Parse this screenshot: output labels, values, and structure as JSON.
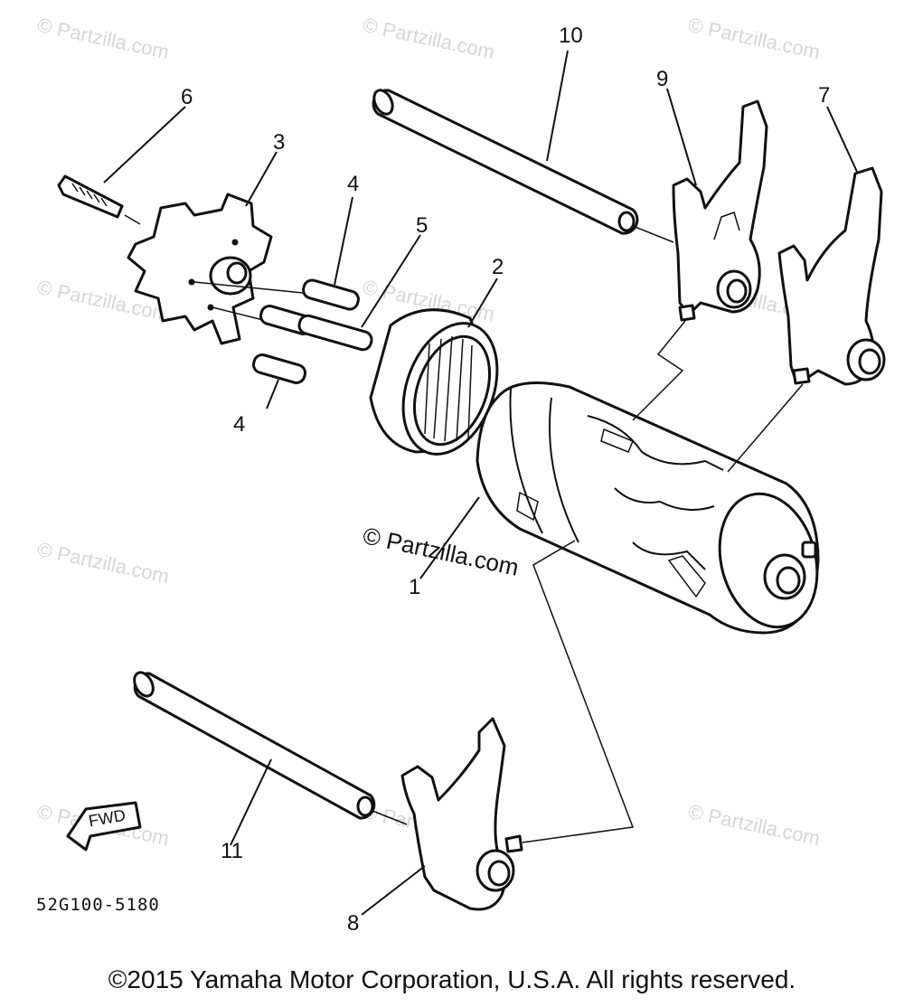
{
  "watermark": "© Partzilla.com",
  "center_watermark": "© Partzilla.com",
  "callouts": {
    "c1": "1",
    "c2": "2",
    "c3": "3",
    "c4a": "4",
    "c4b": "4",
    "c5": "5",
    "c6": "6",
    "c7": "7",
    "c8": "8",
    "c9": "9",
    "c10": "10",
    "c11": "11"
  },
  "fwd_label": "FWD",
  "part_number": "52G100-5180",
  "copyright": "©2015 Yamaha Motor Corporation, U.S.A. All rights reserved."
}
